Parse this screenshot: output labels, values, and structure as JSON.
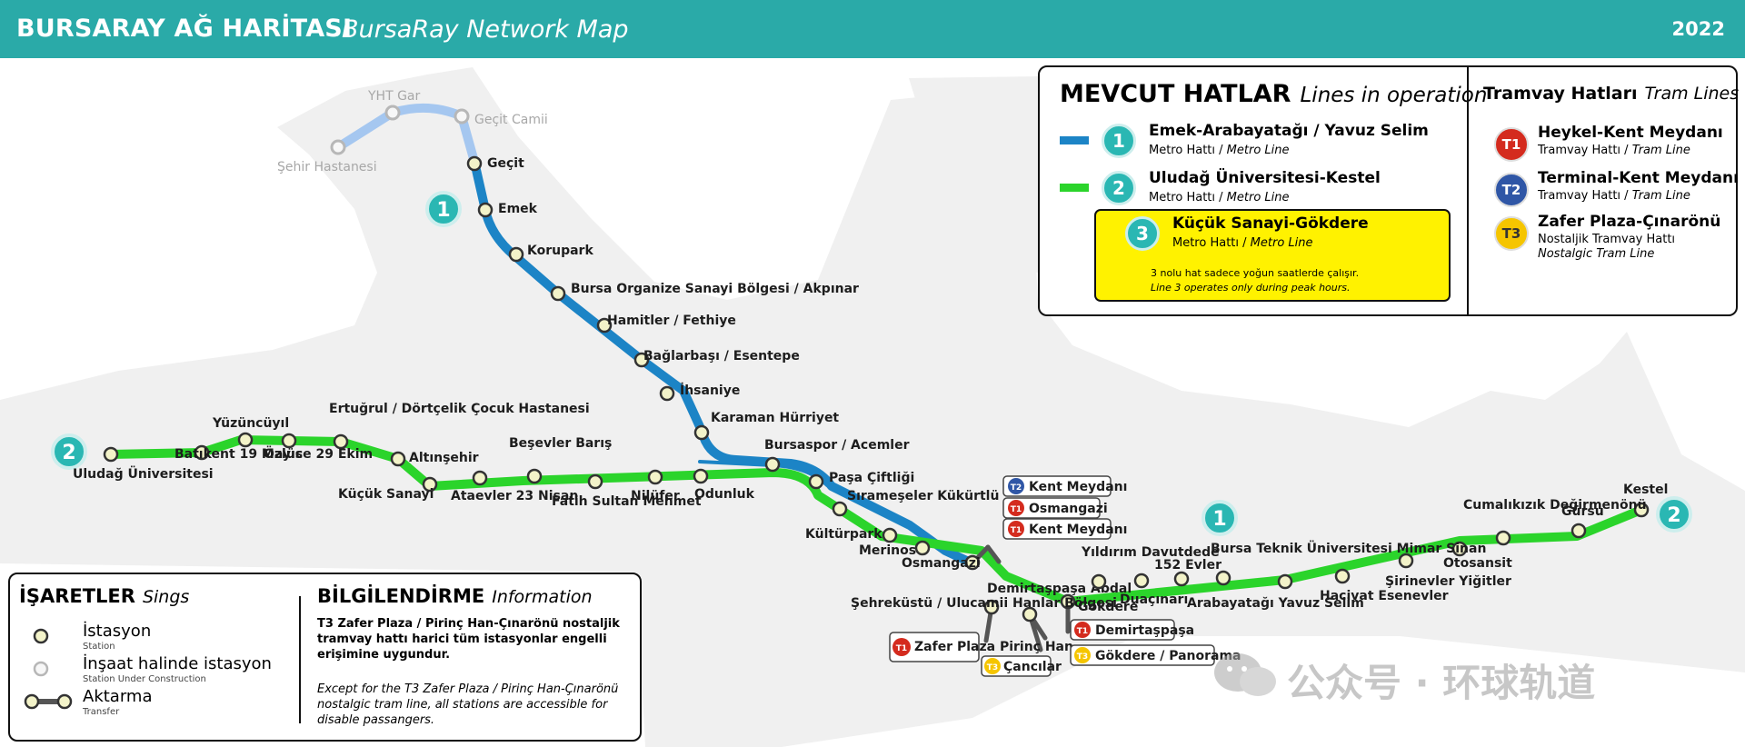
{
  "title": {
    "turkish": "BURSARAY AĞ HARİTASI",
    "english": "BursaRay Network Map",
    "year": "2022"
  },
  "legend": {
    "heading": "MEVCUT HATLAR",
    "heading_en": "Lines in operation",
    "lines": [
      {
        "number": "1",
        "name": "Emek-Arabayatağı / Yavuz Selim",
        "type": "Metro Hattı",
        "type_en": "Metro Line",
        "color": "#1c84c6"
      },
      {
        "number": "2",
        "name": "Uludağ Üniversitesi-Kestel",
        "type": "Metro Hattı",
        "type_en": "Metro Line",
        "color": "#2bd42b"
      },
      {
        "number": "3",
        "name": "Küçük Sanayi-Gökdere",
        "type": "Metro Hattı",
        "type_en": "Metro Line",
        "color": "#fff200",
        "note": "3 nolu hat sadece yoğun saatlerde çalışır.",
        "note_en": "Line 3 operates only during peak hours."
      }
    ],
    "tram_heading": "Tramvay Hatları",
    "tram_heading_en": "Tram Lines",
    "trams": [
      {
        "code": "T1",
        "name": "Heykel-Kent Meydanı",
        "type": "Tramvay Hattı",
        "type_en": "Tram Line",
        "color": "#d42b1e"
      },
      {
        "code": "T2",
        "name": "Terminal-Kent Meydanı",
        "type": "Tramvay Hattı",
        "type_en": "Tram Line",
        "color": "#2f56a6"
      },
      {
        "code": "T3",
        "name": "Zafer Plaza-Çınarönü",
        "type": "Nostaljik Tramvay Hattı",
        "type_en": "Nostalgic Tram Line",
        "color": "#f5c500"
      }
    ]
  },
  "signs": {
    "heading": "İŞARETLER",
    "heading_en": "Sings",
    "items": [
      {
        "label": "İstasyon",
        "label_en": "Station"
      },
      {
        "label": "İnşaat halinde istasyon",
        "label_en": "Station Under Construction"
      },
      {
        "label": "Aktarma",
        "label_en": "Transfer"
      }
    ]
  },
  "info": {
    "heading": "BİLGİLENDİRME",
    "heading_en": "Information",
    "text": "T3 Zafer Plaza / Pirinç Han-Çınarönü nostaljik tramvay hattı harici tüm istasyonlar engelli erişimine uygundur.",
    "text_en": "Except for the T3 Zafer Plaza / Pirinç Han-Çınarönü nostalgic tram line, all stations are accessible for disable passangers."
  },
  "map": {
    "line1_badge": "1",
    "line2_badge": "2",
    "stations_under_construction": [
      "YHT Gar",
      "Geçit Camii",
      "Şehir Hastanesi"
    ],
    "line1_stations": [
      "Geçit",
      "Emek",
      "Korupark",
      "Bursa Organize Sanayi Bölgesi / Akpınar",
      "Hamitler / Fethiye",
      "Bağlarbaşı / Esentepe",
      "İhsaniye",
      "Karaman Hürriyet"
    ],
    "line2_west_stations": [
      "Uludağ Üniversitesi",
      "Batıkent 19 Mayıs",
      "Yüzüncüyıl",
      "Özlüce 29 Ekim",
      "Ertuğrul / Dörtçelik Çocuk Hastanesi",
      "Altınşehir",
      "Küçük Sanayi",
      "Ataevler 23 Nisan",
      "Beşevler Barış",
      "Fatih Sultan Mehmet",
      "Nilüfer",
      "Odunluk"
    ],
    "shared_stations": [
      "Bursaspor / Acemler",
      "Paşa Çiftliği",
      "Sırameşeler Kükürtlü",
      "Kültürpark",
      "Merinos",
      "Osmangazi",
      "Şehreküstü / Ulucamii Hanlar Bölgesi",
      "Demirtaşpaşa Abdal",
      "Gökdere"
    ],
    "east_stations": [
      "Yıldırım Davutdede",
      "Duaçınarı",
      "152 Evler",
      "Arabayatağı Yavuz Selim",
      "Bursa Teknik Üniversitesi Mimar Sinan",
      "Hacivat Esenevler",
      "Şirinevler Yiğitler",
      "Otosansit",
      "Cumalıkızık Değirmenönü",
      "Gürsu",
      "Kestel"
    ],
    "tram_transfers": [
      {
        "code": "T2",
        "name": "Kent Meydanı"
      },
      {
        "code": "T1",
        "name": "Osmangazi"
      },
      {
        "code": "T1",
        "name": "Kent Meydanı"
      },
      {
        "code": "T1",
        "name": "Zafer Plaza Pirinç Han"
      },
      {
        "code": "T3",
        "name": "Çancılar"
      },
      {
        "code": "T1",
        "name": "Demirtaşpaşa"
      },
      {
        "code": "T3",
        "name": "Gökdere / Panorama"
      }
    ]
  },
  "watermark": "公众号 · 环球轨道"
}
